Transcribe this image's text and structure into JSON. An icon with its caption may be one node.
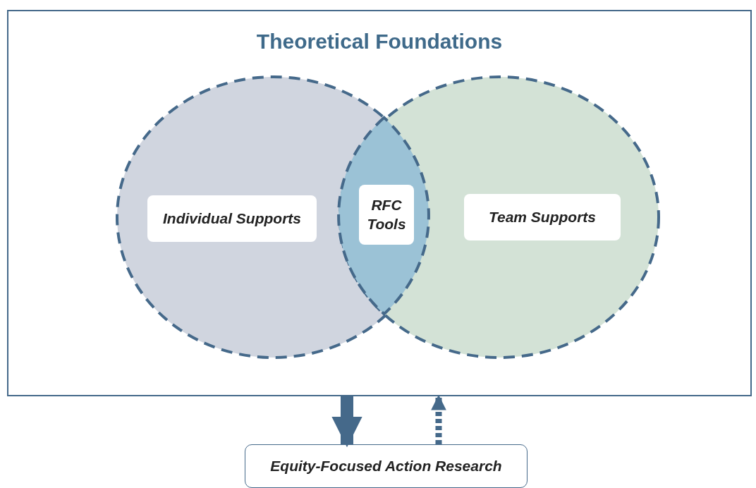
{
  "diagram": {
    "nodes": [
      {
        "text": [
          "Theoretical Foundations"
        ]
      },
      {
        "text": [],
        "shape": "circle",
        "in": 0
      },
      {
        "text": [],
        "shape": "circle",
        "in": 0
      },
      {
        "text": [
          "Individual Supports"
        ],
        "in": 1
      },
      {
        "text": [
          "RFC Tools"
        ]
      },
      {
        "text": [
          "Team Supports"
        ],
        "in": 2
      },
      {
        "text": [
          "Equity-Focused Action Research"
        ]
      }
    ],
    "edges": [
      {
        "from": 0,
        "to": 6,
        "arrow": "to",
        "style": "thick"
      },
      {
        "from": 6,
        "to": 0,
        "arrow": "to",
        "style": "dashed"
      }
    ]
  }
}
